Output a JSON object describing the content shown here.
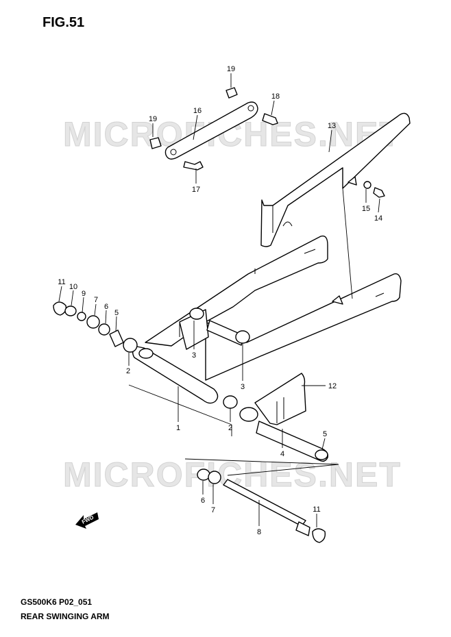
{
  "figure": {
    "label": "FIG.51",
    "model_code": "GS500K6 P02_051",
    "title": "REAR SWINGING ARM",
    "watermark": "MICROFICHES.NET",
    "direction_label": "FWD"
  },
  "callouts": [
    {
      "id": "c19a",
      "number": "19"
    },
    {
      "id": "c18",
      "number": "18"
    },
    {
      "id": "c16",
      "number": "16"
    },
    {
      "id": "c19b",
      "number": "19"
    },
    {
      "id": "c13",
      "number": "13"
    },
    {
      "id": "c17",
      "number": "17"
    },
    {
      "id": "c15",
      "number": "15"
    },
    {
      "id": "c14",
      "number": "14"
    },
    {
      "id": "c11a",
      "number": "11"
    },
    {
      "id": "c10",
      "number": "10"
    },
    {
      "id": "c9",
      "number": "9"
    },
    {
      "id": "c7a",
      "number": "7"
    },
    {
      "id": "c6a",
      "number": "6"
    },
    {
      "id": "c5a",
      "number": "5"
    },
    {
      "id": "c3a",
      "number": "3"
    },
    {
      "id": "c3b",
      "number": "3"
    },
    {
      "id": "c2a",
      "number": "2"
    },
    {
      "id": "c12",
      "number": "12"
    },
    {
      "id": "c1",
      "number": "1"
    },
    {
      "id": "c2b",
      "number": "2"
    },
    {
      "id": "c5b",
      "number": "5"
    },
    {
      "id": "c4",
      "number": "4"
    },
    {
      "id": "c6b",
      "number": "6"
    },
    {
      "id": "c7b",
      "number": "7"
    },
    {
      "id": "c11b",
      "number": "11"
    },
    {
      "id": "c8",
      "number": "8"
    }
  ]
}
